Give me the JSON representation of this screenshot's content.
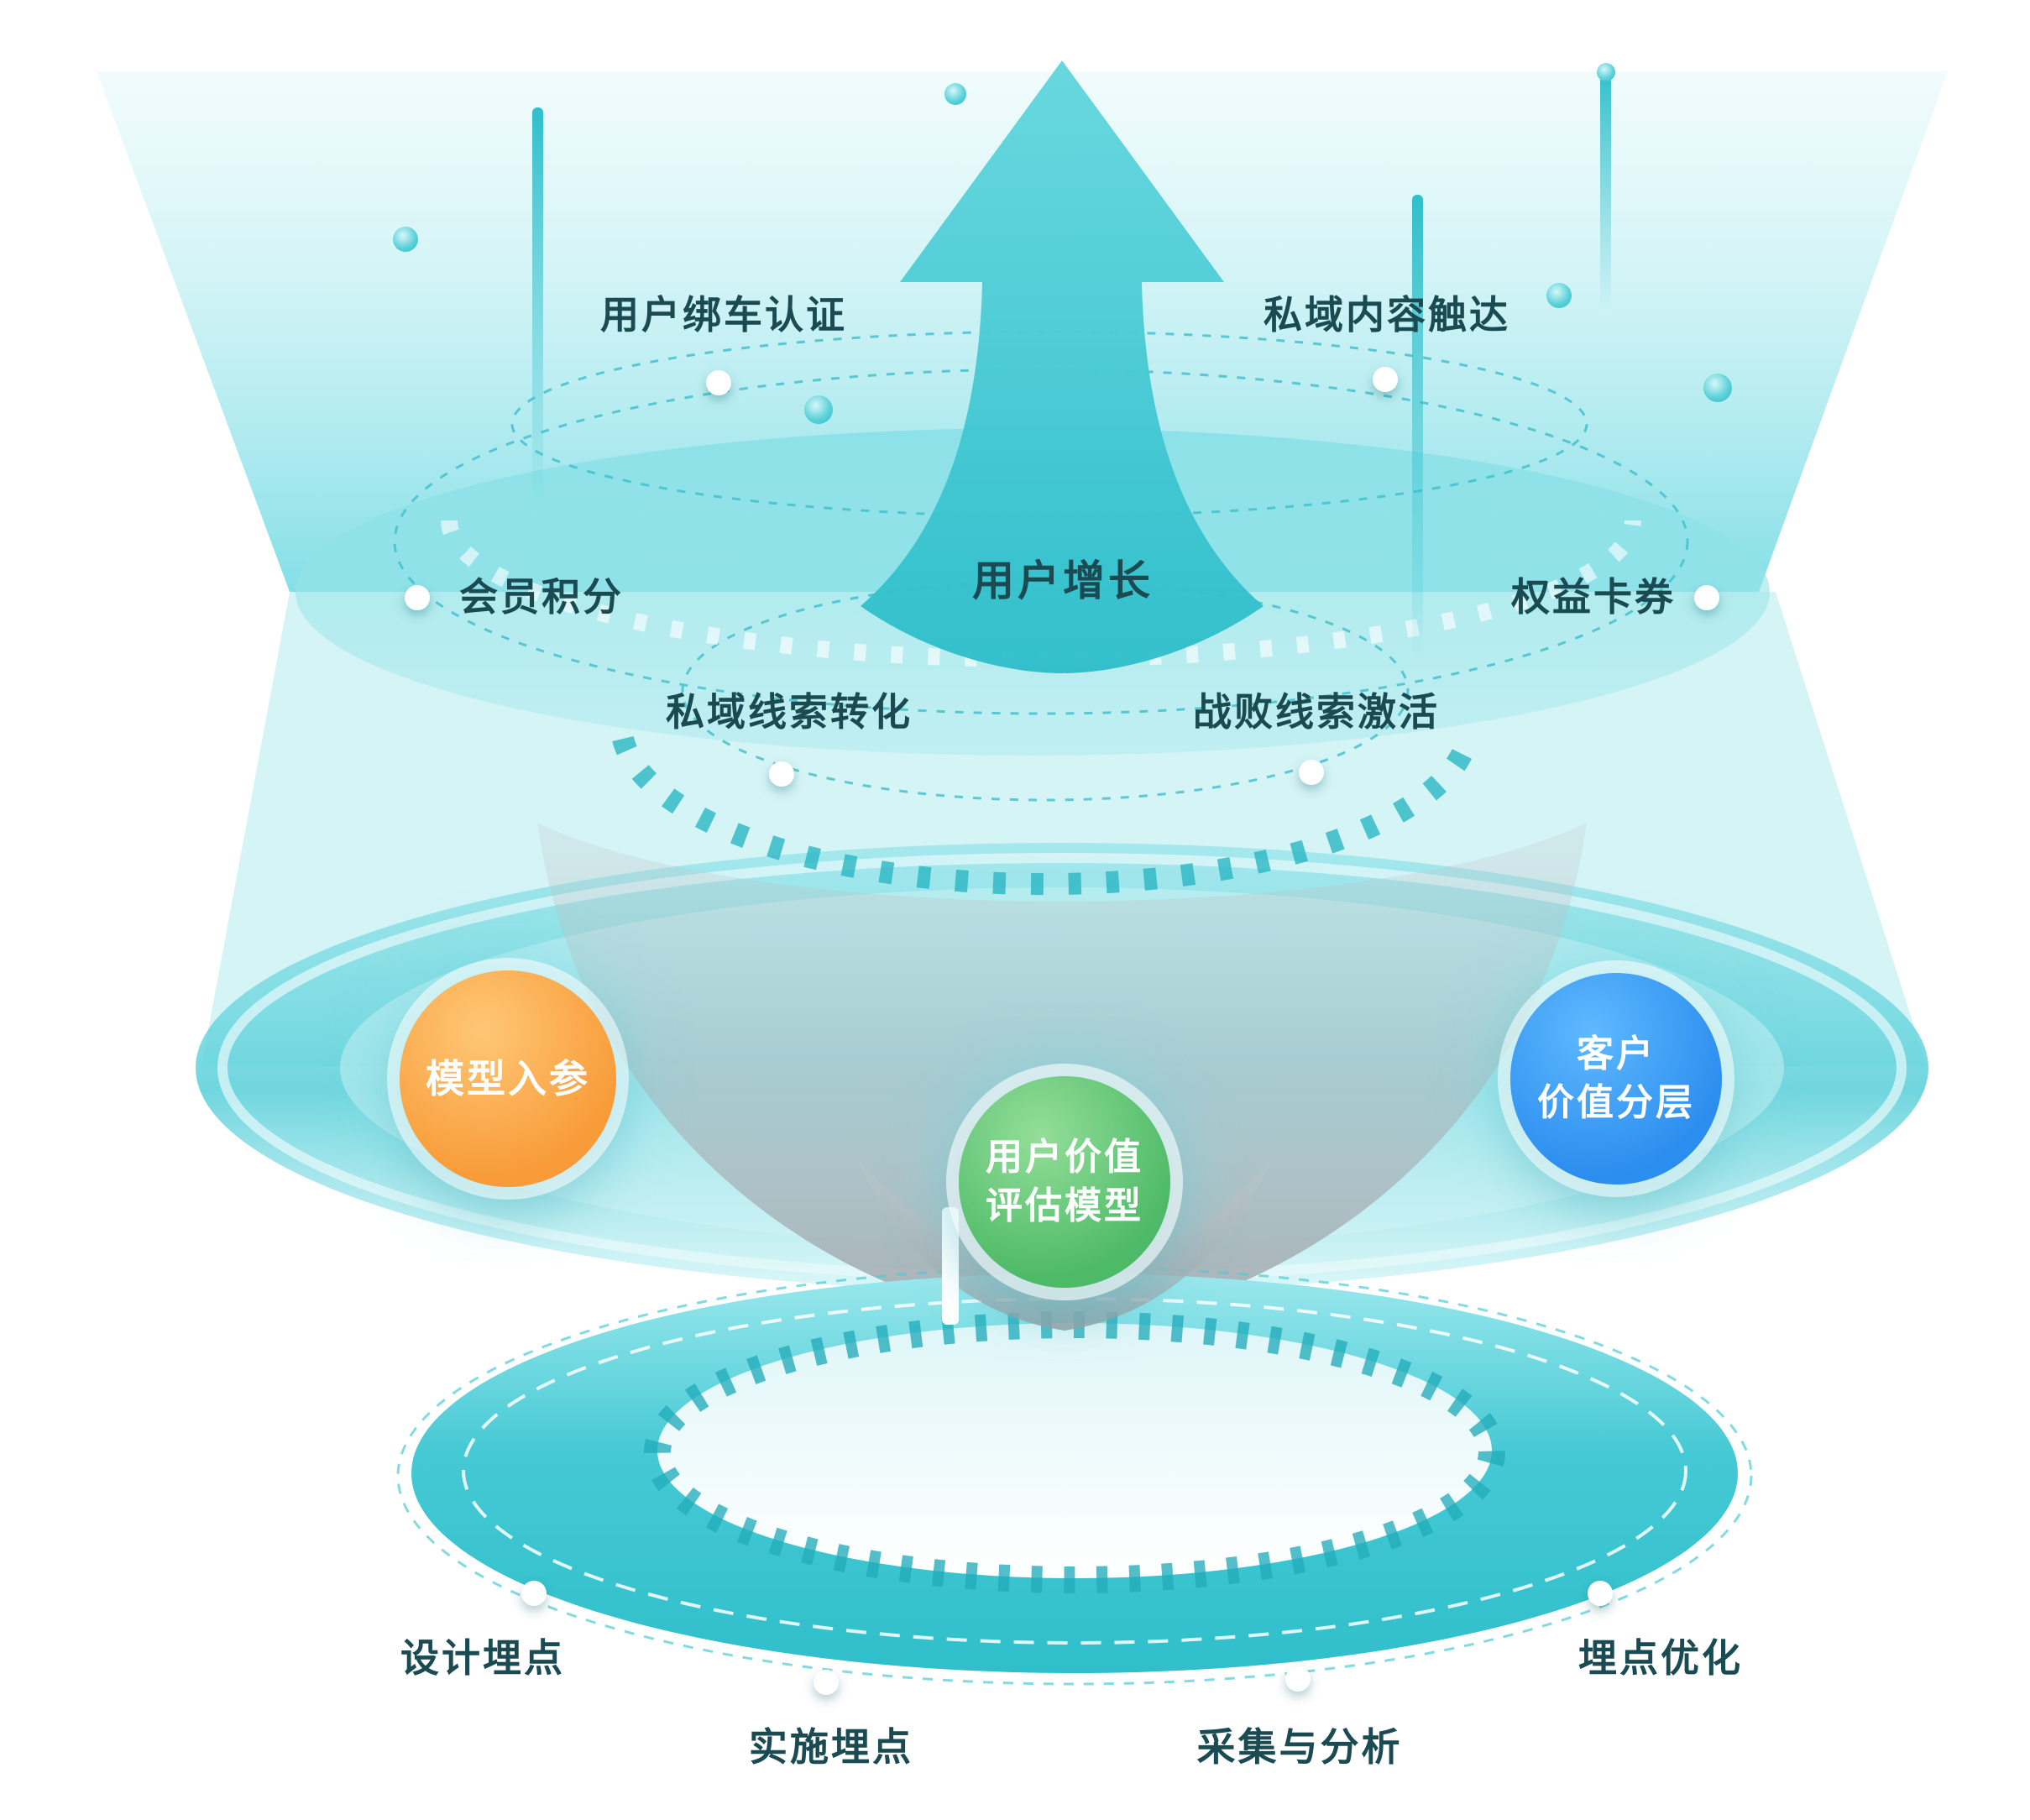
{
  "diagram": {
    "center_label": "用户增长",
    "funnel_labels": {
      "user_car_binding": "用户绑车认证",
      "private_content_reach": "私域内容触达",
      "member_points": "会员积分",
      "benefit_cards": "权益卡券",
      "private_lead_conversion": "私域线索转化",
      "lost_lead_activation": "战败线索激活"
    },
    "nodes": {
      "model_input": {
        "label": "模型入参",
        "color": "#F89B38"
      },
      "user_value_model": {
        "line1": "用户价值",
        "line2": "评估模型",
        "color": "#4DBA67"
      },
      "customer_value_tier": {
        "line1": "客户",
        "line2": "价值分层",
        "color": "#2B8DEE"
      }
    },
    "base_labels": {
      "design_tracking": "设计埋点",
      "implement_tracking": "实施埋点",
      "collect_analyze": "采集与分析",
      "tracking_optimize": "埋点优化"
    },
    "colors": {
      "teal": "#35C3CF",
      "teal_light": "#BDEFF3",
      "text": "#1A4A52",
      "orange": "#F89B38",
      "green": "#4DBA67",
      "blue": "#2B8DEE",
      "cone_gray": "#9AA2A8"
    }
  }
}
